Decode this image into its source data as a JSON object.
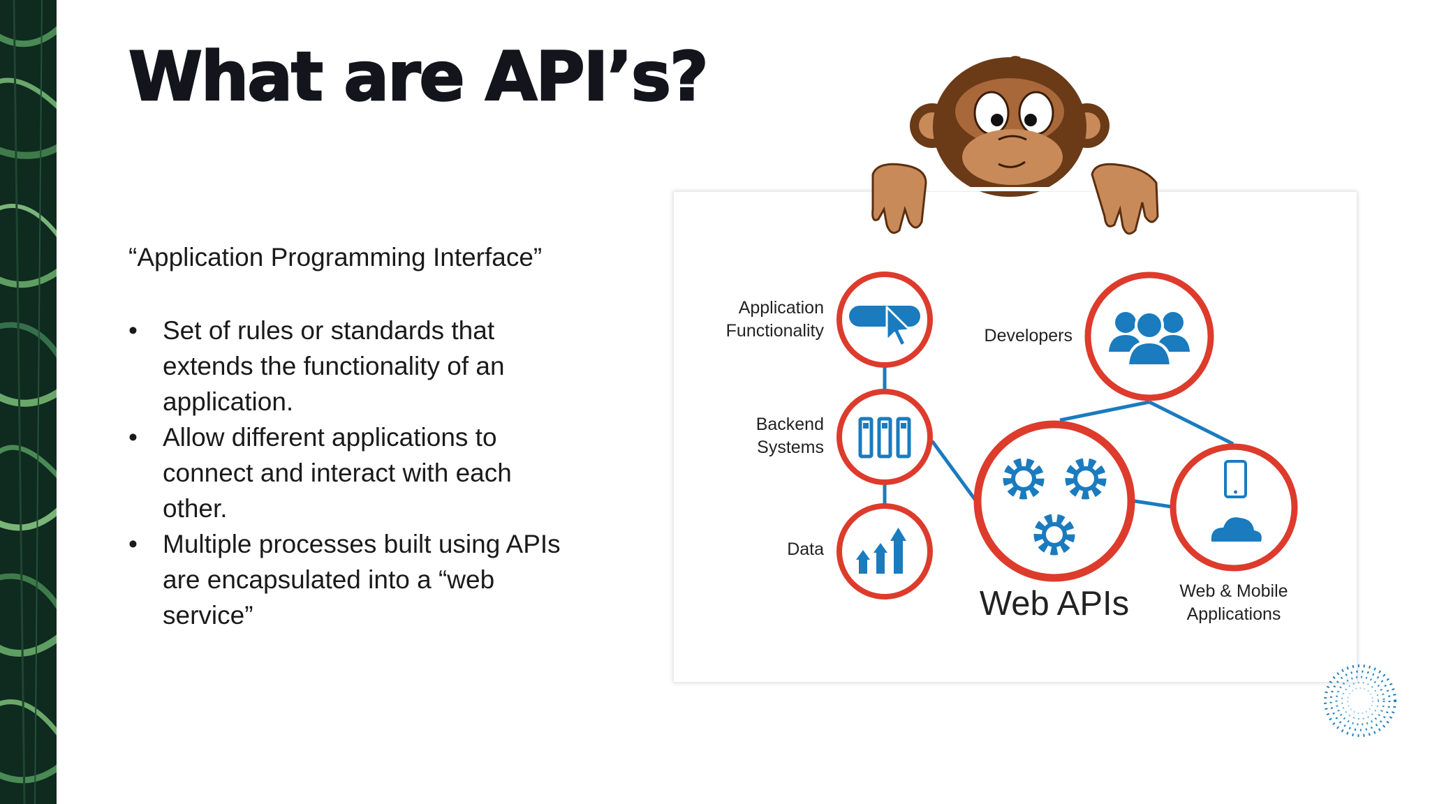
{
  "slide": {
    "title": "What are API’s?",
    "subtitle": "“Application Programming Interface”",
    "bullets": [
      {
        "marker": "•",
        "lines": [
          "Set of rules or standards that",
          "extends the functionality of an",
          "application."
        ]
      },
      {
        "marker": "•",
        "lines": [
          "Allow different applications to",
          "connect and interact with each",
          "other."
        ]
      },
      {
        "marker": "•",
        "lines": [
          "Multiple processes built using APIs",
          "are encapsulated into a “web",
          "service”"
        ]
      }
    ]
  },
  "diagram": {
    "nodes": {
      "app_functionality": {
        "label_lines": [
          "Application",
          "Functionality"
        ],
        "icon": "cursor-click-icon"
      },
      "backend_systems": {
        "label_lines": [
          "Backend",
          "Systems"
        ],
        "icon": "server-racks-icon"
      },
      "data": {
        "label": "Data",
        "icon": "bar-chart-up-icon"
      },
      "developers": {
        "label": "Developers",
        "icon": "users-group-icon"
      },
      "web_apis": {
        "label": "Web APIs",
        "icon": "gears-icon"
      },
      "web_mobile": {
        "label_lines": [
          "Web & Mobile",
          "Applications"
        ],
        "icon": "phone-cloud-icon"
      }
    }
  },
  "decor": {
    "left_strip": "tropical-leaves",
    "mascot": "cartoon-monkey",
    "corner_logo": "dotted-circle-logo"
  },
  "colors": {
    "ring_red": "#dd3b2c",
    "icon_blue": "#1a7bbf",
    "title_dark": "#14141c",
    "leaf_dark": "#0f2a1f",
    "leaf_green": "#5f9e62"
  }
}
